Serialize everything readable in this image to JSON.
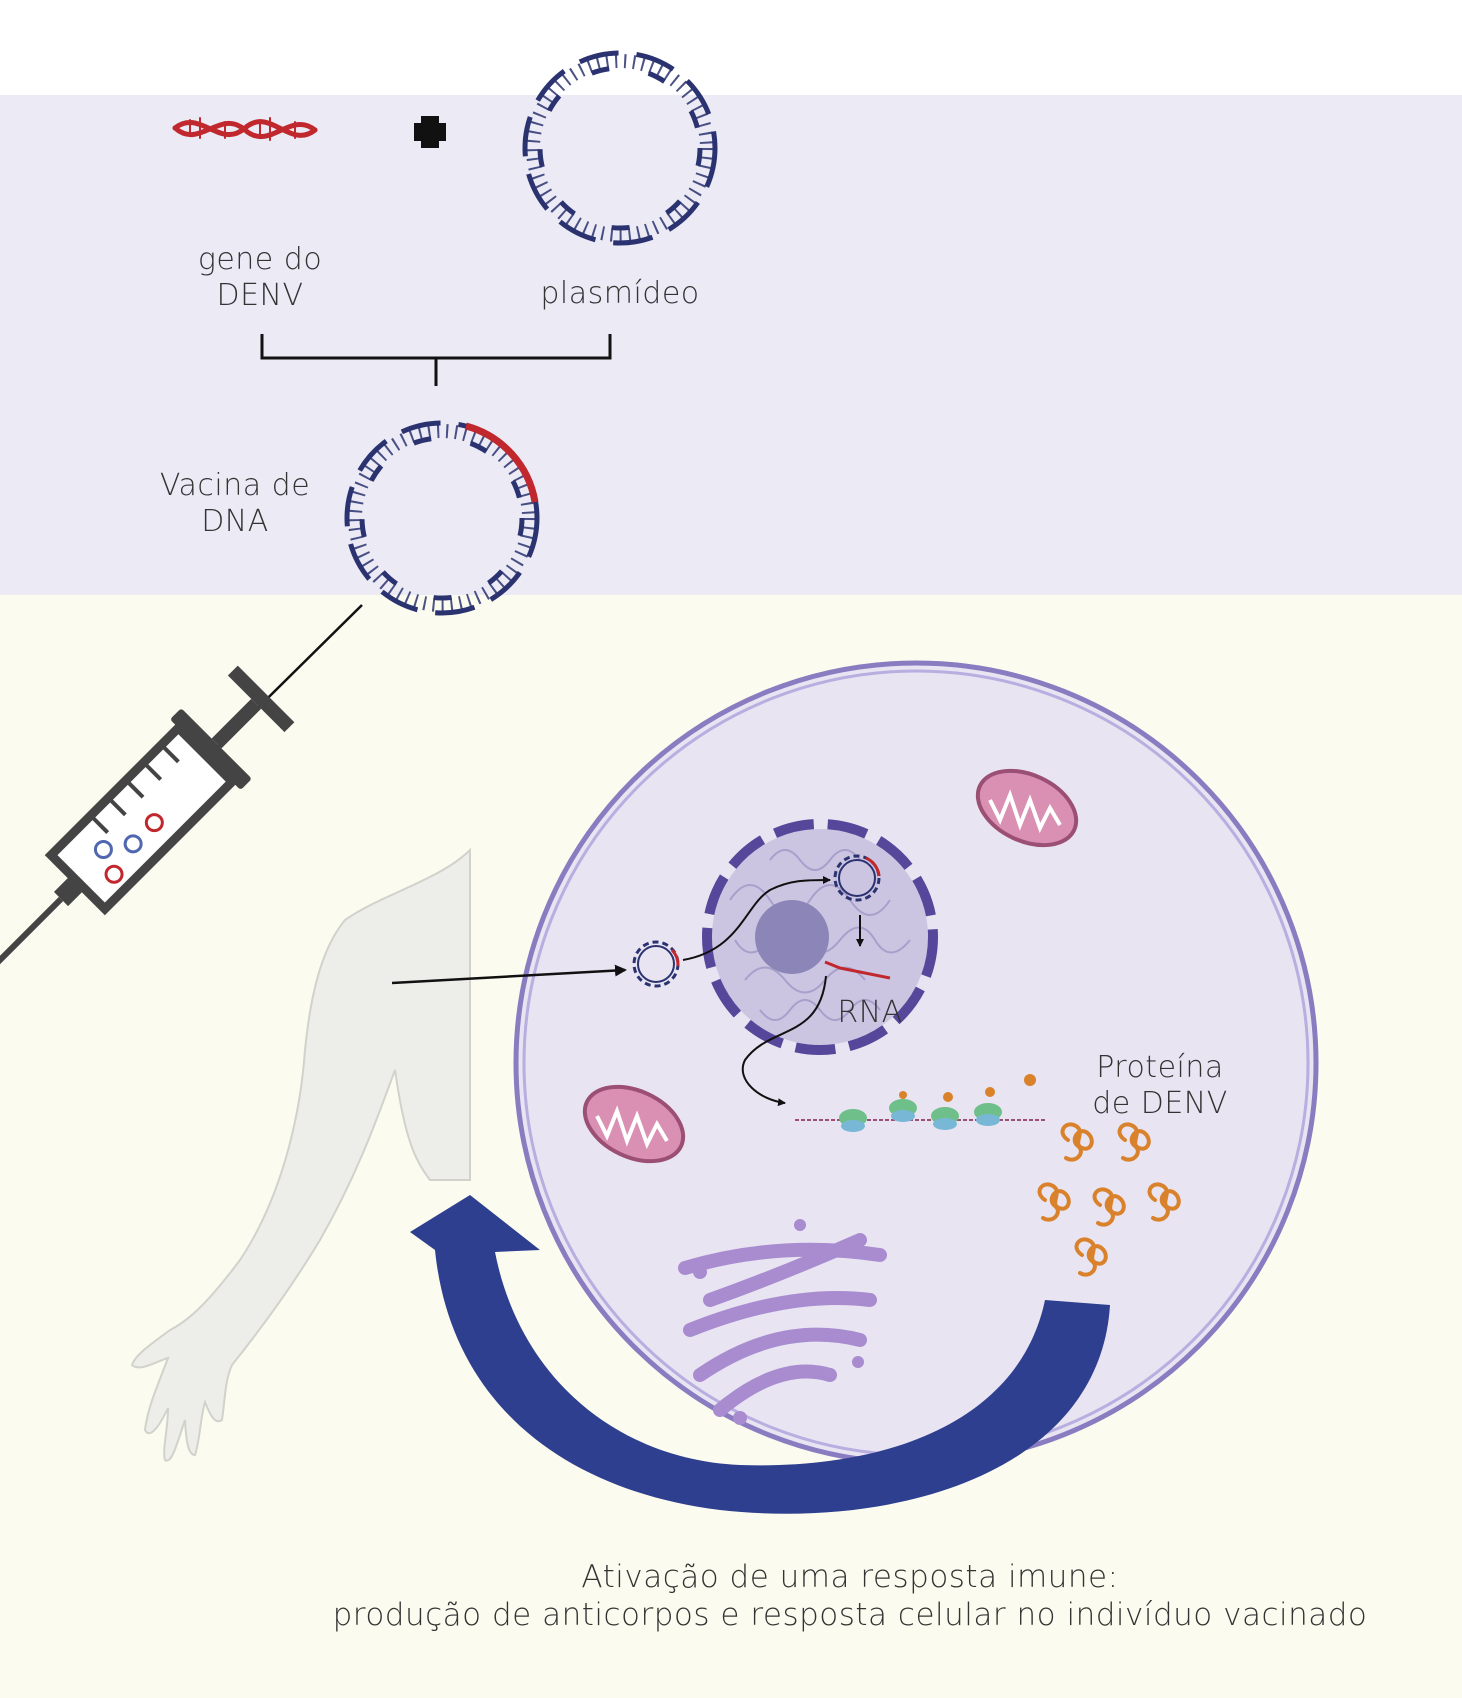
{
  "labels": {
    "gene_line1": "gene do",
    "gene_line2": "DENV",
    "plasmid": "plasmídeo",
    "vaccine_line1": "Vacina de",
    "vaccine_line2": "DNA",
    "rna": "RNA",
    "protein_line1": "Proteína",
    "protein_line2": "de DENV",
    "caption_line1": "Ativação de uma resposta imune:",
    "caption_line2": "produção de anticorpos e resposta celular no indivíduo vacinado"
  },
  "colors": {
    "top_band": "#ebeaf5",
    "bottom_band": "#fcfbef",
    "dna_blue": "#2a3270",
    "gene_red": "#c0282d",
    "cell_membrane": "#8a7cc0",
    "cell_fill": "#e8e4f2",
    "nucleus": "#c8c2e0",
    "nucleolus": "#8c86b8",
    "mitochondria": "#c878a0",
    "golgi": "#a98ccf",
    "protein_orange": "#d9822b",
    "immune_arrow": "#2e3f8f",
    "arm": "#ededea"
  },
  "icons": [
    "dna-strand-icon",
    "plus-icon",
    "plasmid-icon",
    "syringe-icon",
    "arm-icon",
    "mitochondrion-icon",
    "golgi-icon",
    "ribosome-icon",
    "protein-icon",
    "curved-arrow-icon"
  ]
}
